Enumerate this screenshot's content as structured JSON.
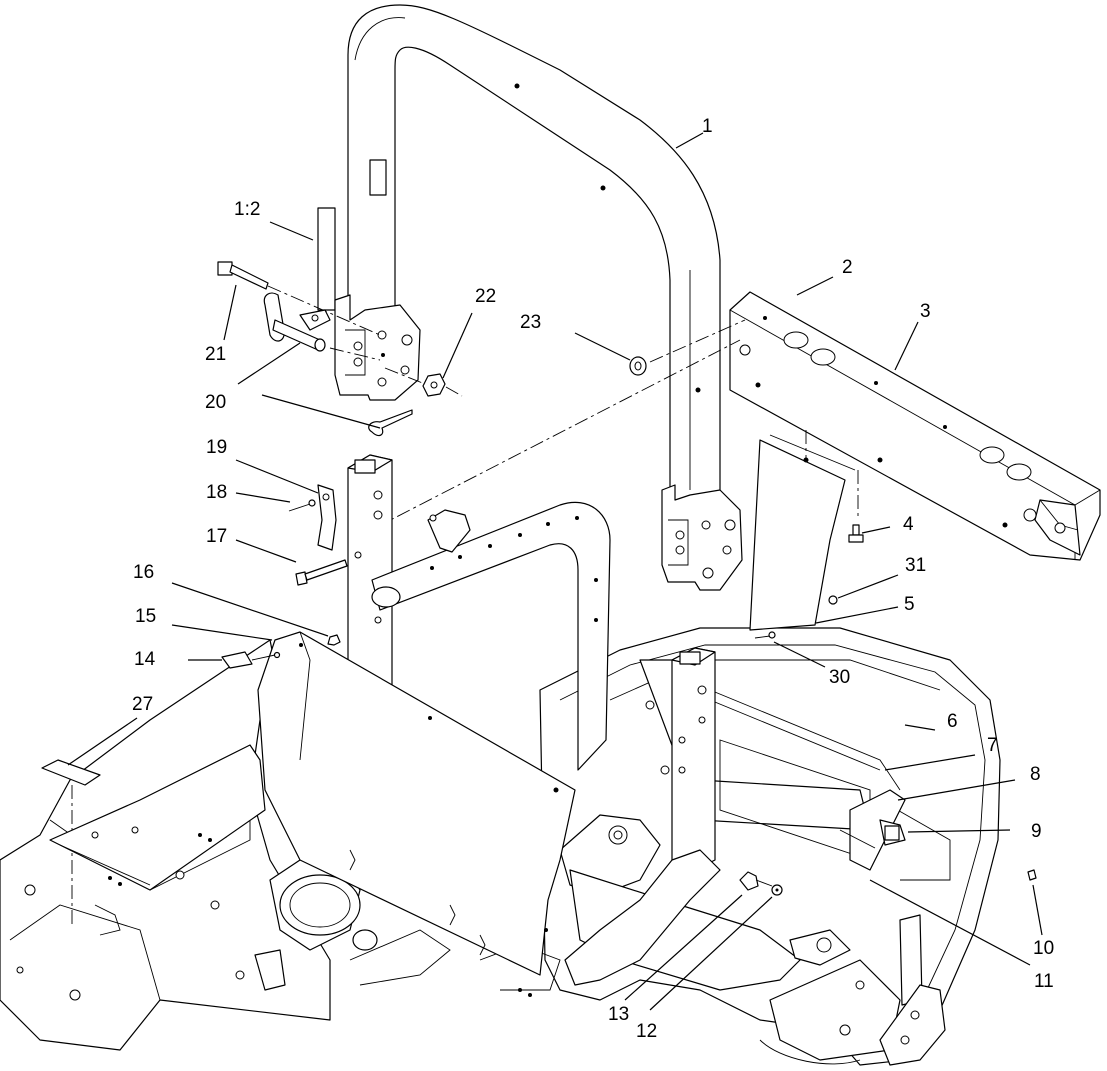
{
  "callouts": {
    "c1": "1",
    "c1_2": "1:2",
    "c2": "2",
    "c3": "3",
    "c4": "4",
    "c5": "5",
    "c6": "6",
    "c7": "7",
    "c8": "8",
    "c9": "9",
    "c10": "10",
    "c11": "11",
    "c12": "12",
    "c13": "13",
    "c14": "14",
    "c15": "15",
    "c16": "16",
    "c17": "17",
    "c18": "18",
    "c19": "19",
    "c20": "20",
    "c21": "21",
    "c22": "22",
    "c23": "23",
    "c27": "27",
    "c30": "30",
    "c31": "31"
  }
}
